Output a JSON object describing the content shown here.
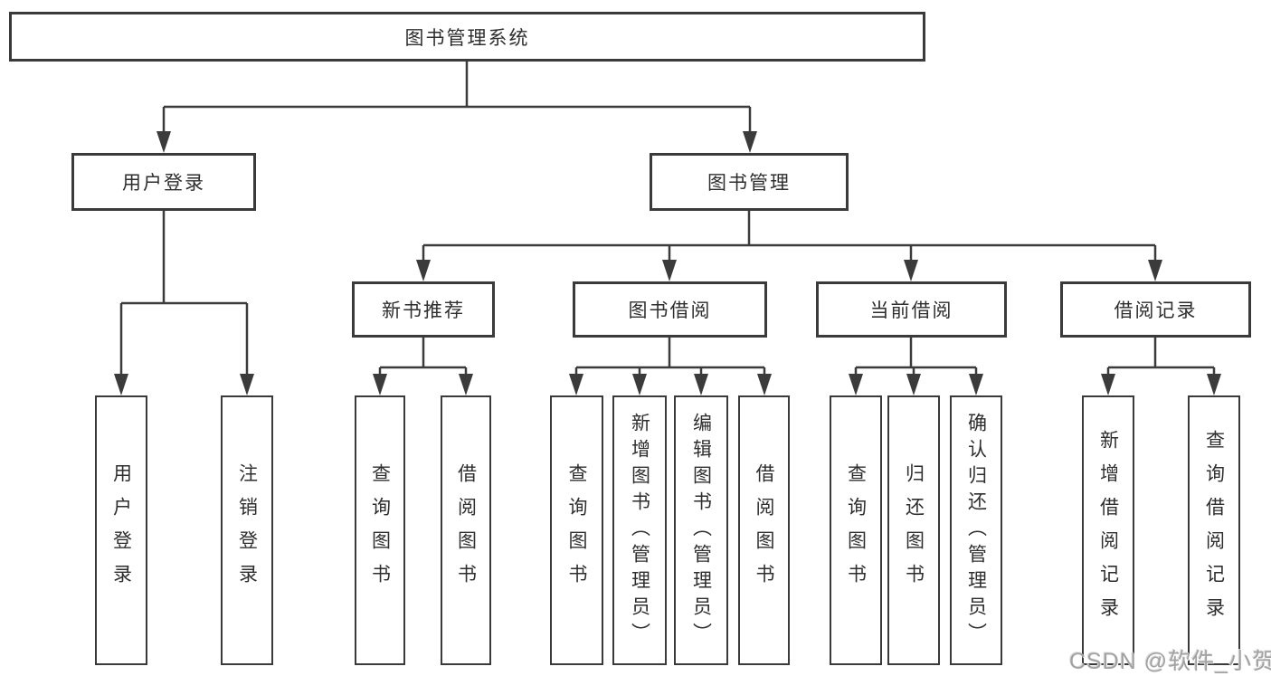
{
  "tree": {
    "root": {
      "label": "图书管理系统"
    },
    "user_login": {
      "label": "用户登录",
      "children": [
        "用户登录",
        "注销登录"
      ]
    },
    "book_mgmt": {
      "label": "图书管理",
      "sections": [
        {
          "label": "新书推荐",
          "children": [
            "查询图书",
            "借阅图书"
          ]
        },
        {
          "label": "图书借阅",
          "children": [
            "查询图书",
            "新增图书（管理员）",
            "编辑图书（管理员）",
            "借阅图书"
          ]
        },
        {
          "label": "当前借阅",
          "children": [
            "查询图书",
            "归还图书",
            "确认归还（管理员）"
          ]
        },
        {
          "label": "借阅记录",
          "children": [
            "新增借阅记录",
            "查询借阅记录"
          ]
        }
      ]
    }
  },
  "watermark": {
    "text": "CSDN @软件_小贺同学"
  },
  "colors": {
    "line": "#3b3b3b",
    "border": "#3a3a3a",
    "watermark": "#a2a2a2",
    "background": "#ffffff"
  }
}
